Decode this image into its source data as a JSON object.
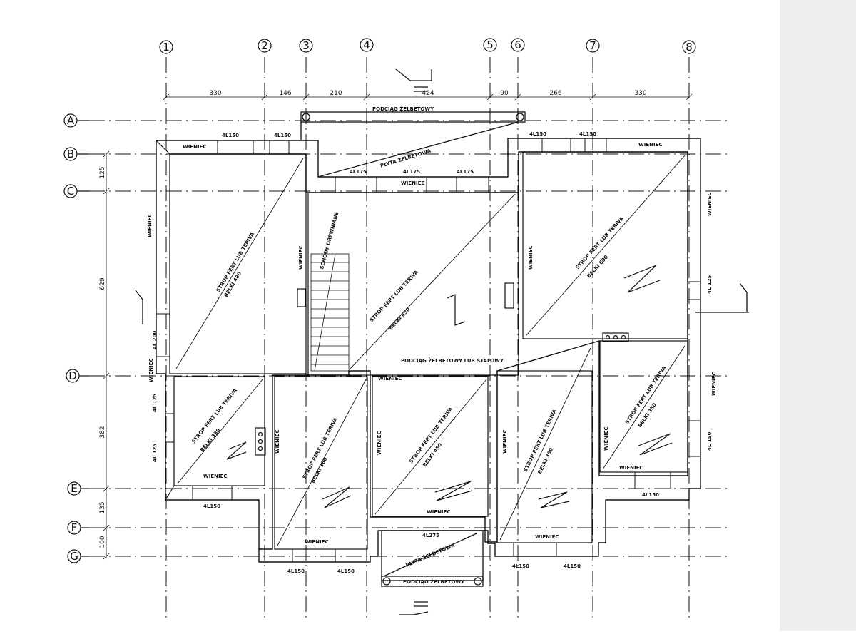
{
  "axes": {
    "columns": [
      "1",
      "2",
      "3",
      "4",
      "5",
      "6",
      "7",
      "8"
    ],
    "rows": [
      "A",
      "B",
      "C",
      "D",
      "E",
      "F",
      "G"
    ]
  },
  "dimensions": {
    "top": [
      "330",
      "146",
      "210",
      "424",
      "90",
      "266",
      "330"
    ],
    "left": [
      "125",
      "629",
      "382",
      "135",
      "100"
    ]
  },
  "labels": {
    "podciag_top": "PODCIĄG ŻELBETOWY",
    "plyta_top": "PŁYTA ŻELBETOWA",
    "podciag_bottom": "PODCIĄG ŻELBETOWY",
    "plyta_bottom": "PŁYTA ŻELBETOWA",
    "podciag_mid": "PODCIĄG ŻELBETOWY LUB STALOWY",
    "schody": "SCHODY DREWNIANE",
    "wieniec": "WIENIEC",
    "lintel_4l150": "4L150",
    "lintel_4l175": "4L175",
    "lintel_4l200": "4L 200",
    "lintel_4l125": "4L 125",
    "lintel_4l150v": "4L 150",
    "lintel_4l275": "4L275"
  },
  "slabs": [
    {
      "id": "left-top",
      "text": "STROP FERT LUB TERIVA",
      "beams": "BELKI 480"
    },
    {
      "id": "center",
      "text": "STROP FERT LUB TERIVA",
      "beams": "BELKI 630"
    },
    {
      "id": "right-top",
      "text": "STROP FERT LUB TERIVA",
      "beams": "BELKI 600"
    },
    {
      "id": "left-small",
      "text": "STROP FERT LUB TERIVA",
      "beams": "BELKI 330"
    },
    {
      "id": "left-center",
      "text": "STROP FERT LUB TERIVA",
      "beams": "BELKI 360"
    },
    {
      "id": "center-bottom",
      "text": "STROP FERT LUB TERIVA",
      "beams": "BELKI 450"
    },
    {
      "id": "right-center",
      "text": "STROP FERT LUB TERIVA",
      "beams": "BELKI 360"
    },
    {
      "id": "right-bottom",
      "text": "STROP FERT LUB TERIVA",
      "beams": "BELKI 330"
    }
  ],
  "colors": {
    "line": "#111111",
    "paper": "#ffffff",
    "margin": "#ecedef"
  }
}
